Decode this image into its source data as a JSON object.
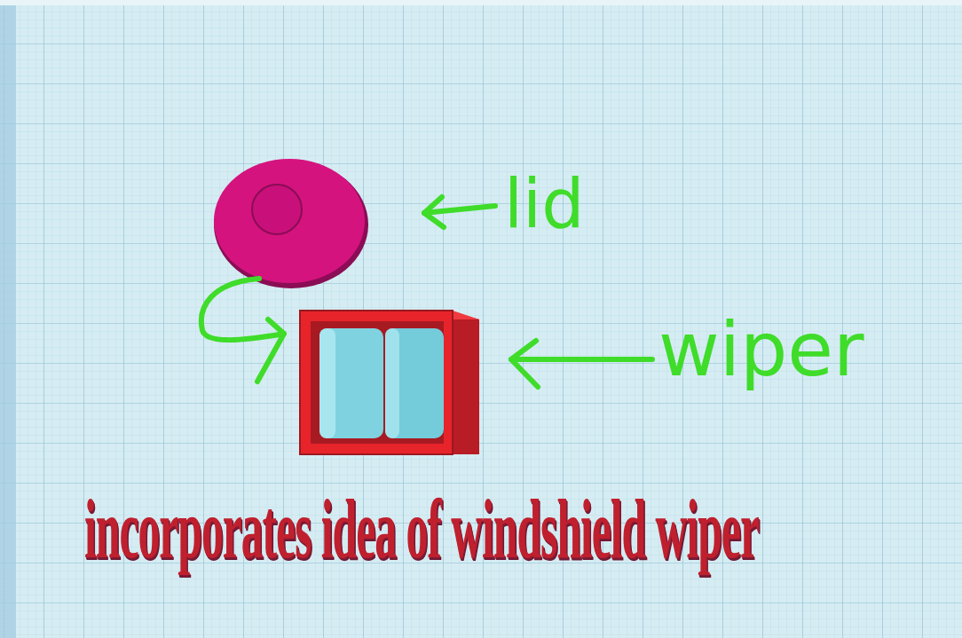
{
  "diagram": {
    "labels": [
      "lid",
      "wiper",
      "incorporates idea of windshield wiper"
    ]
  }
}
